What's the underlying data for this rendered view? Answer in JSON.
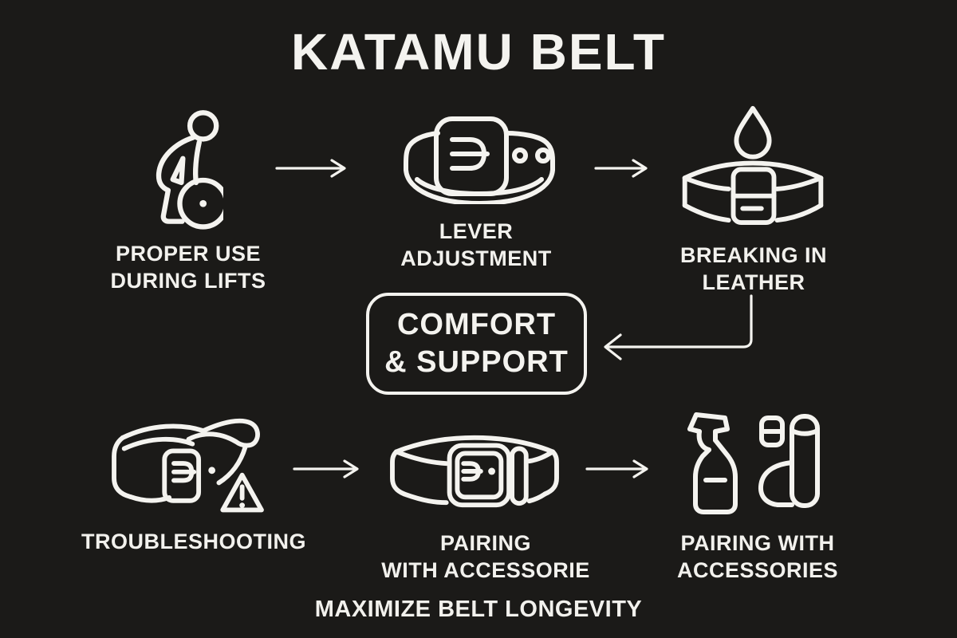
{
  "title": "KATAMU BELT",
  "footer": "MAXIMIZE BELT LONGEVITY",
  "center_box": {
    "line1": "COMFORT",
    "line2": "& SUPPORT"
  },
  "colors": {
    "background": "#1b1a18",
    "foreground": "#f4f3ef"
  },
  "nodes": [
    {
      "id": "proper-use",
      "icon": "person-deadlift-icon",
      "label_line1": "PROPER USE",
      "label_line2": "DURING LIFTS"
    },
    {
      "id": "lever-adjustment",
      "icon": "lever-buckle-belt-icon",
      "label_line1": "LEVER",
      "label_line2": "ADJUSTMENT"
    },
    {
      "id": "breaking-in-leather",
      "icon": "belt-water-drop-icon",
      "label_line1": "BREAKING IN",
      "label_line2": "LEATHER"
    },
    {
      "id": "troubleshooting",
      "icon": "belt-warning-icon",
      "label_line1": "TROUBLESHOOTING",
      "label_line2": ""
    },
    {
      "id": "pairing-with-accessorie",
      "icon": "belt-buckle-icon",
      "label_line1": "PAIRING",
      "label_line2": "WITH ACCESSORIE"
    },
    {
      "id": "pairing-with-accessories",
      "icon": "spray-bottle-socks-icon",
      "label_line1": "PAIRING WITH",
      "label_line2": "ACCESSORIES"
    }
  ],
  "flow": [
    {
      "from": "PROPER USE DURING LIFTS",
      "to": "LEVER ADJUSTMENT"
    },
    {
      "from": "LEVER ADJUSTMENT",
      "to": "BREAKING IN LEATHER"
    },
    {
      "from": "BREAKING IN LEATHER",
      "to": "COMFORT & SUPPORT"
    },
    {
      "from": "TROUBLESHOOTING",
      "to": "PAIRING WITH ACCESSORIE"
    },
    {
      "from": "PAIRING WITH ACCESSORIE",
      "to": "PAIRING WITH ACCESSORIES"
    }
  ]
}
